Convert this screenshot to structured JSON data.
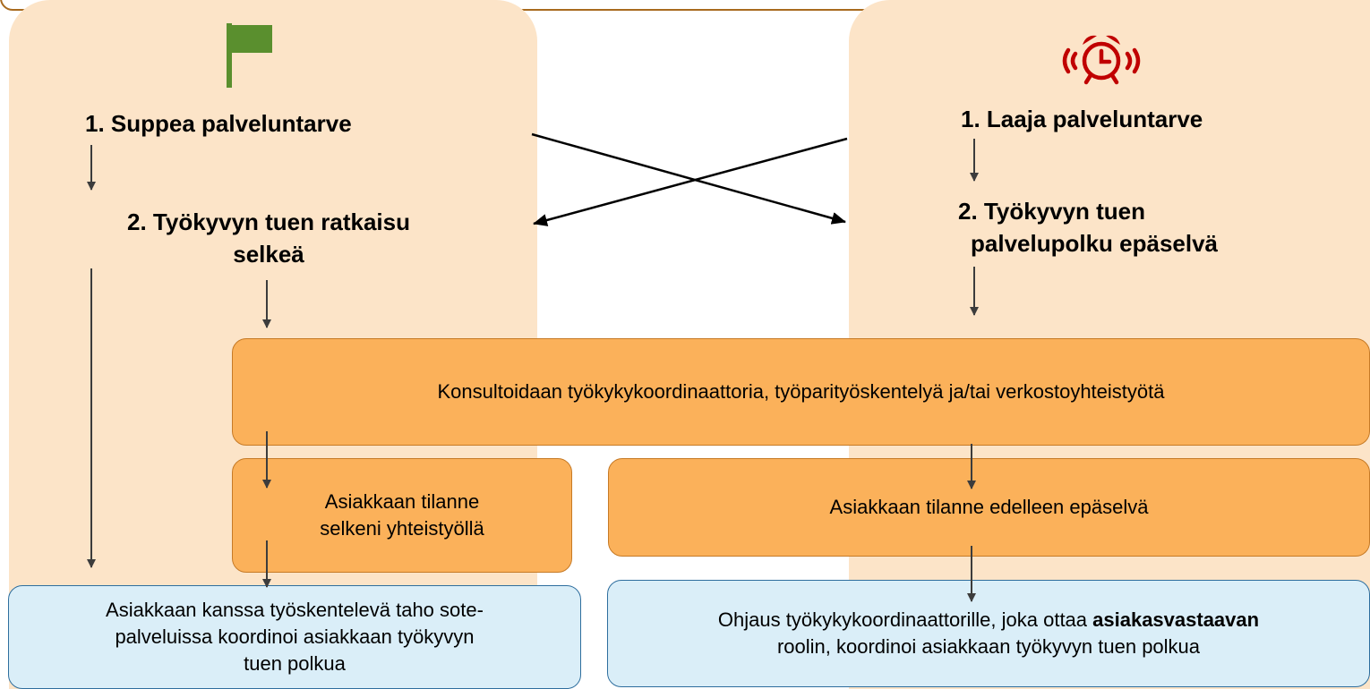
{
  "left": {
    "step1": "1. Suppea palveluntarve",
    "step2_line1": "2. Työkyvyn tuen ratkaisu",
    "step2_line2": "selkeä"
  },
  "right": {
    "step1": "1. Laaja palveluntarve",
    "step2_line1": "2. Työkyvyn tuen",
    "step2_line2": "palvelupolku epäselvä"
  },
  "consult_box": "Konsultoidaan työkykykoordinaattoria, työparityöskentelyä ja/tai verkostoyhteistyötä",
  "clear_box": {
    "line1": "Asiakkaan tilanne",
    "line2": "selkeni yhteistyöllä"
  },
  "unclear_box": "Asiakkaan tilanne edelleen epäselvä",
  "result_left": {
    "line1": "Asiakkaan kanssa työskentelevä taho sote-",
    "line2": "palveluissa koordinoi asiakkaan työkyvyn",
    "line3": "tuen polkua"
  },
  "result_right": {
    "line1_pre": "Ohjaus työkykykoordinaattorille, joka ottaa ",
    "line1_bold": "asiakasvastaavan",
    "line2": "roolin, koordinoi asiakkaan työkyvyn tuen polkua"
  },
  "icons": {
    "left": "flag-icon",
    "right": "alarm-clock-icon"
  },
  "colors": {
    "panel": "#fce4c8",
    "orange_box": "#fbb15a",
    "blue_box": "#daeef8",
    "flag": "#5a8f2e",
    "alarm": "#c00000"
  }
}
